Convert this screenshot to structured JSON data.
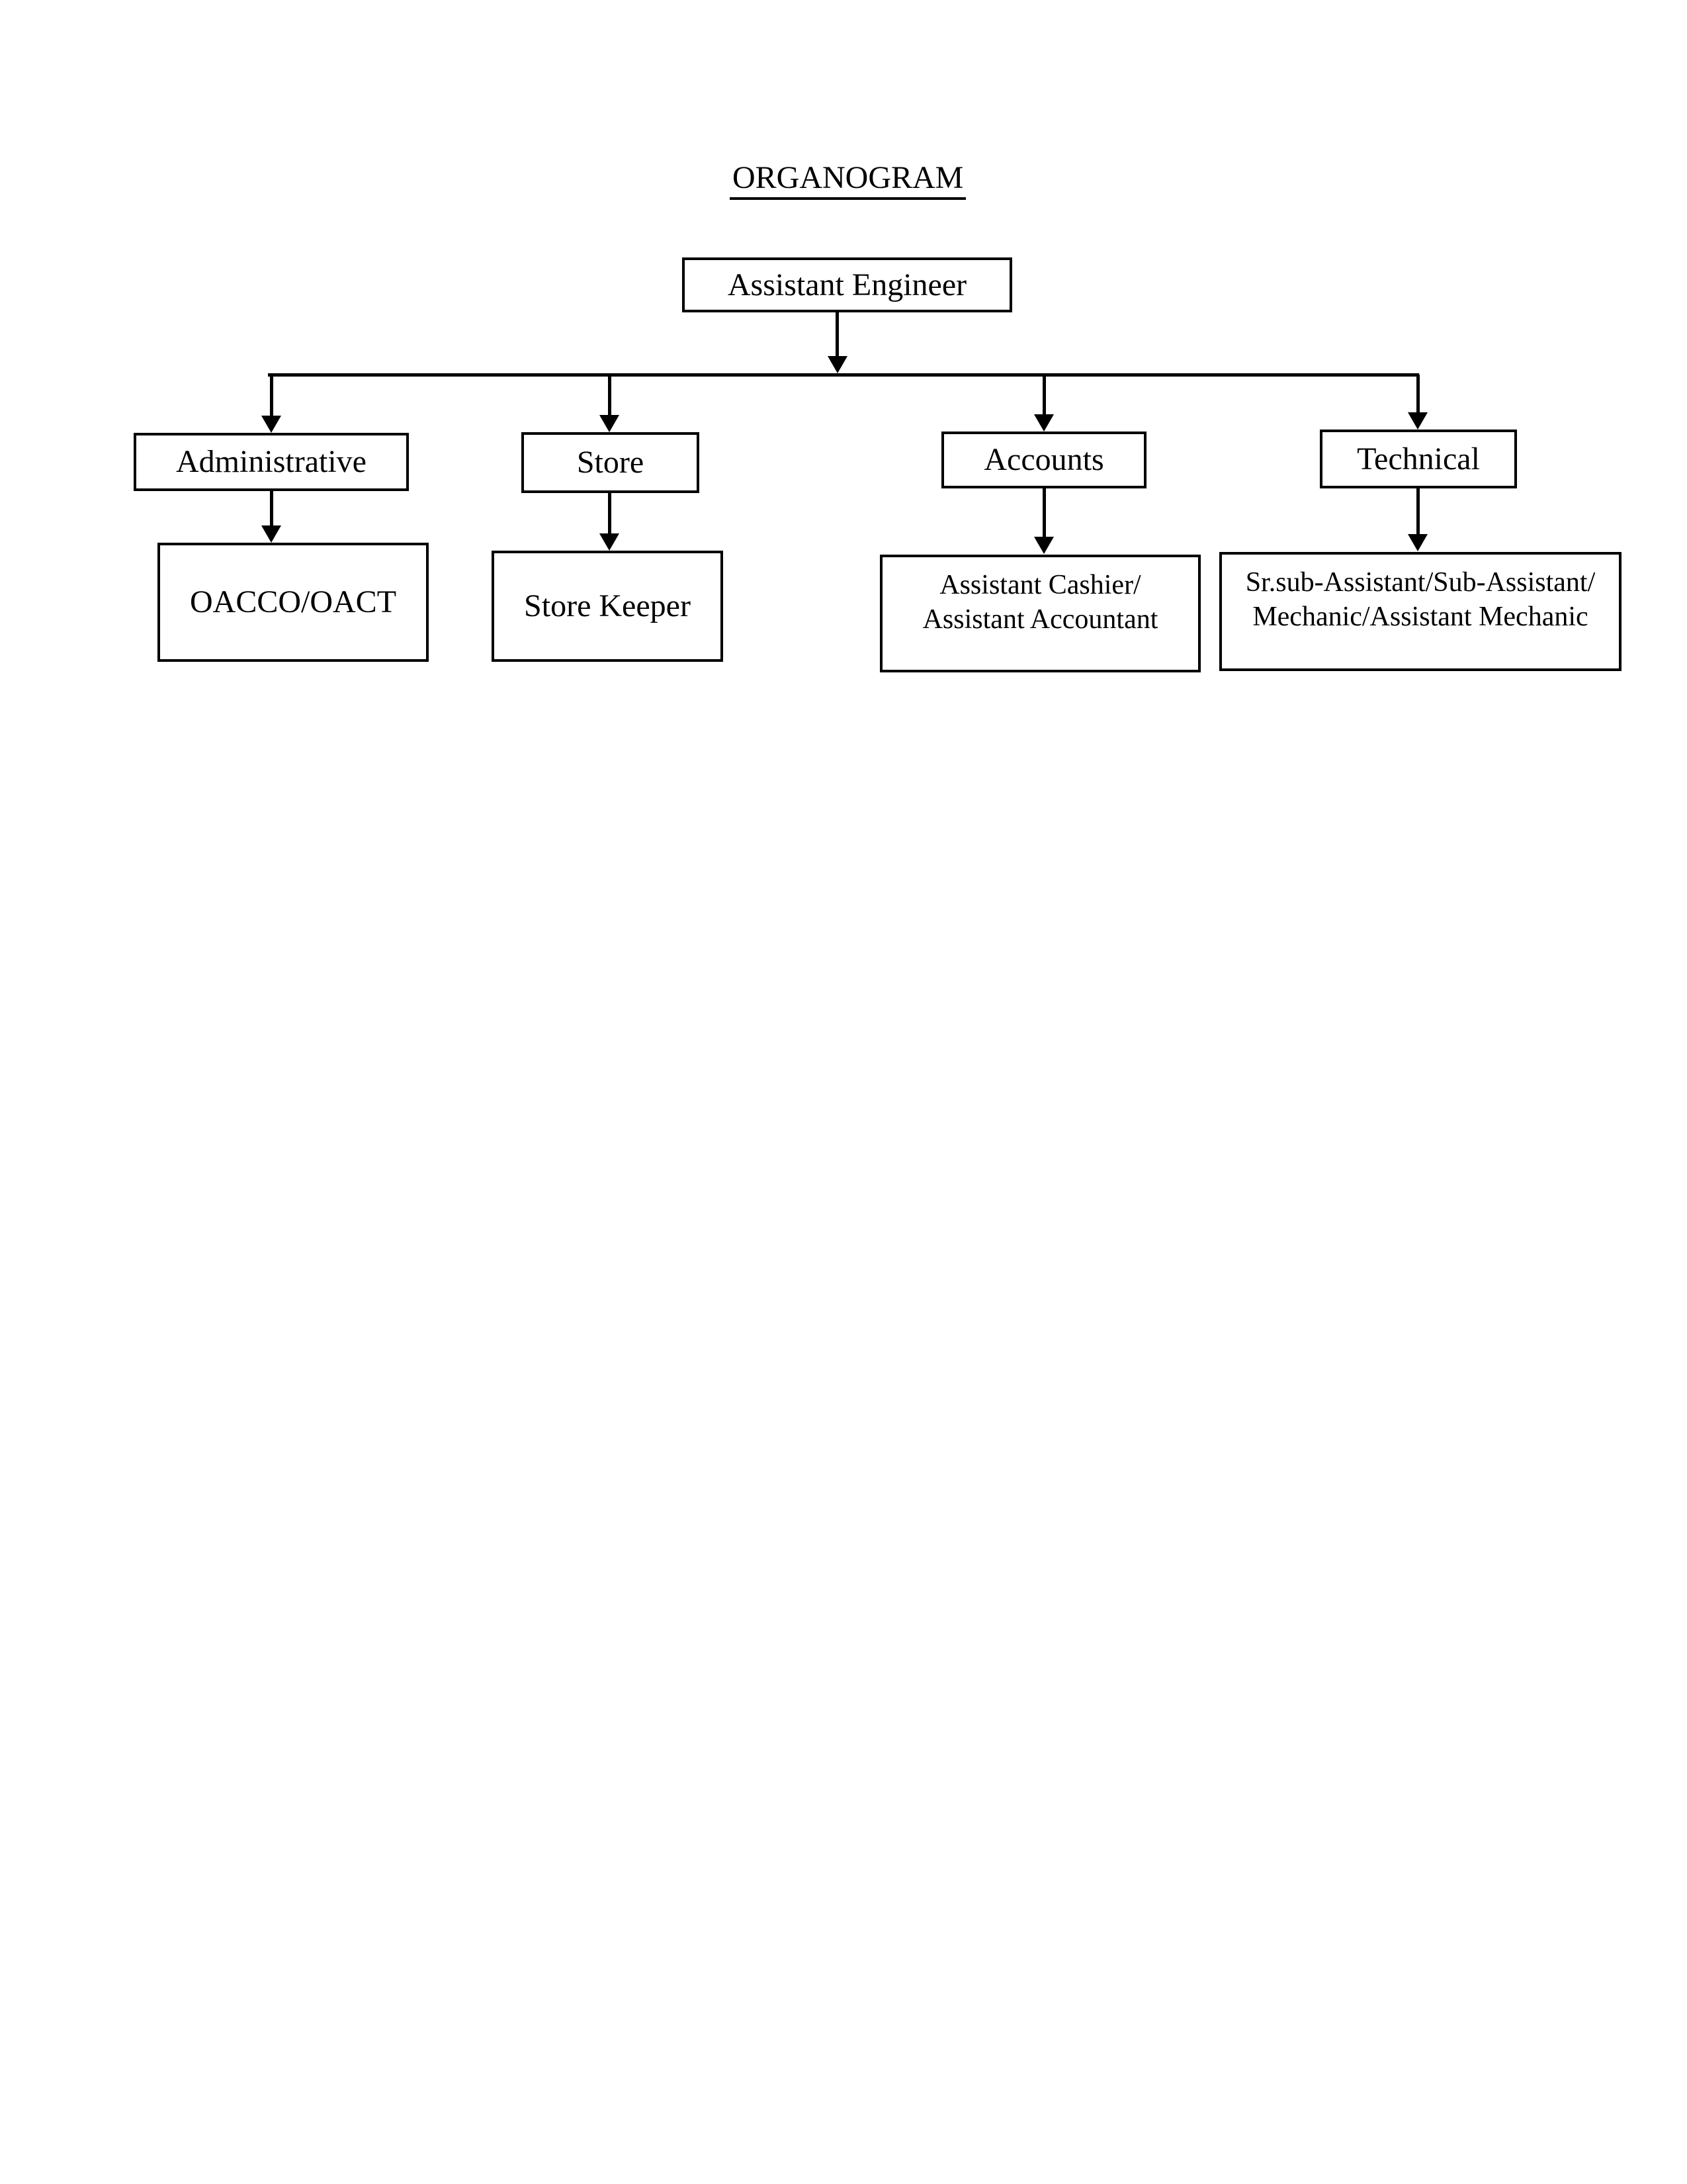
{
  "title": "ORGANOGRAM",
  "org": {
    "root": {
      "label": "Assistant Engineer"
    },
    "branches": [
      {
        "label": "Administrative",
        "child": {
          "lines": [
            "OACCO/OACT"
          ]
        }
      },
      {
        "label": "Store",
        "child": {
          "lines": [
            "Store Keeper"
          ]
        }
      },
      {
        "label": "Accounts",
        "child": {
          "lines": [
            "Assistant Cashier/",
            "Assistant Accountant"
          ]
        }
      },
      {
        "label": "Technical",
        "child": {
          "lines": [
            "Sr.sub-Assistant/Sub-Assistant/",
            "Mechanic/Assistant Mechanic"
          ]
        }
      }
    ]
  },
  "colors": {
    "line": "#000000",
    "text": "#000000",
    "box_border": "#000000",
    "box_fill": "#ffffff",
    "background": "#ffffff"
  }
}
